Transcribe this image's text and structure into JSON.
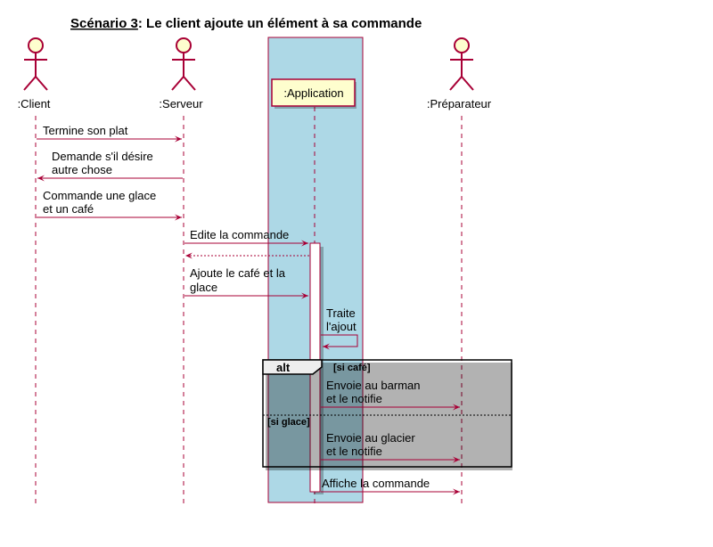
{
  "title": {
    "underlined": "Scénario 3",
    "rest": ": Le client ajoute un élément à sa commande"
  },
  "colors": {
    "accent": "#A80036",
    "actor_fill": "#FEFECE",
    "box_fill": "#ADD8E6"
  },
  "participants": {
    "client": ":Client",
    "serveur": ":Serveur",
    "application": ":Application",
    "preparateur": ":Préparateur"
  },
  "messages": {
    "m1": "Termine son plat",
    "m2_line1": "Demande s'il désire",
    "m2_line2": "autre chose",
    "m3_line1": "Commande une glace",
    "m3_line2": "et un café",
    "m4": "Edite la commande",
    "m5_line1": "Ajoute le café et la",
    "m5_line2": "glace",
    "m6_line1": "Traite",
    "m6_line2": "l'ajout",
    "m7_line1": "Envoie au barman",
    "m7_line2": "et le notifie",
    "m8_line1": "Envoie au glacier",
    "m8_line2": "et le notifie",
    "m9": "Affiche la commande"
  },
  "fragment": {
    "keyword": "alt",
    "guard1": "[si café]",
    "guard2": "[si glace]"
  }
}
